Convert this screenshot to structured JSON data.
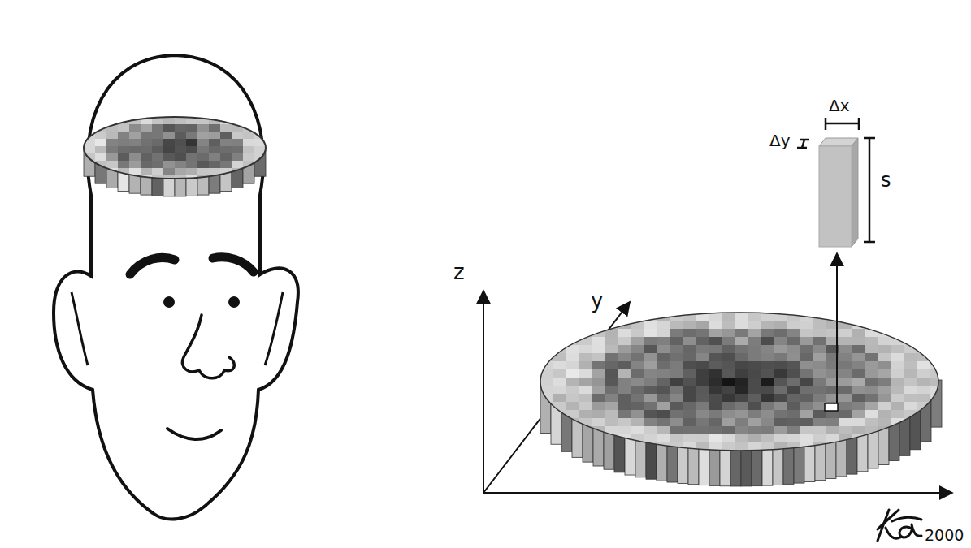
{
  "diagram": {
    "labels": [
      "z",
      "y",
      "Δx",
      "Δy",
      "s",
      "2000"
    ]
  }
}
